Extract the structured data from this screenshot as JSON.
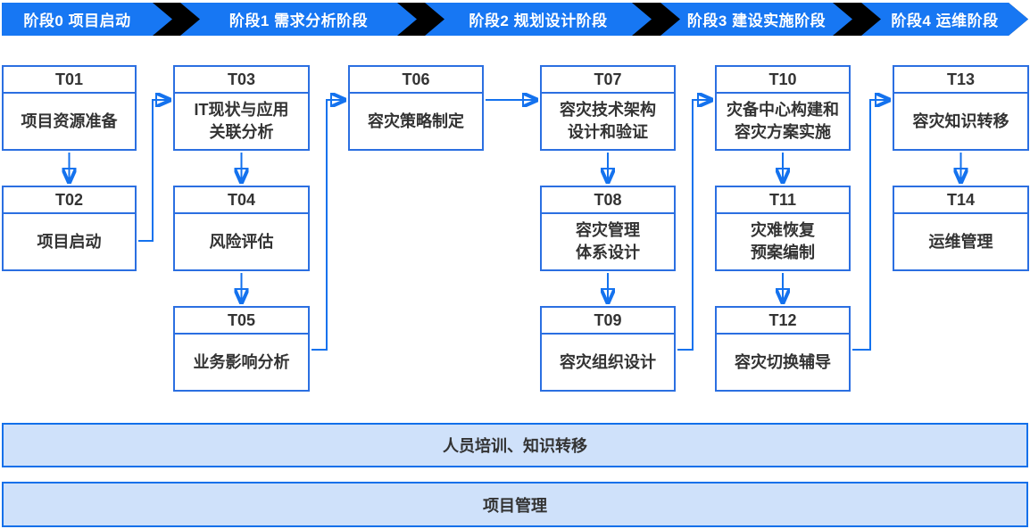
{
  "phases": [
    {
      "label": "阶段0 项目启动"
    },
    {
      "label": "阶段1 需求分析阶段"
    },
    {
      "label": "阶段2 规划设计阶段"
    },
    {
      "label": "阶段3 建设实施阶段"
    },
    {
      "label": "阶段4 运维阶段"
    }
  ],
  "tasks": [
    {
      "id": "T01",
      "title": "项目资源准备"
    },
    {
      "id": "T02",
      "title": "项目启动"
    },
    {
      "id": "T03",
      "title": "IT现状与应用\n关联分析"
    },
    {
      "id": "T04",
      "title": "风险评估"
    },
    {
      "id": "T05",
      "title": "业务影响分析"
    },
    {
      "id": "T06",
      "title": "容灾策略制定"
    },
    {
      "id": "T07",
      "title": "容灾技术架构\n设计和验证"
    },
    {
      "id": "T08",
      "title": "容灾管理\n体系设计"
    },
    {
      "id": "T09",
      "title": "容灾组织设计"
    },
    {
      "id": "T10",
      "title": "灾备中心构建和\n容灾方案实施"
    },
    {
      "id": "T11",
      "title": "灾难恢复\n预案编制"
    },
    {
      "id": "T12",
      "title": "容灾切换辅导"
    },
    {
      "id": "T13",
      "title": "容灾知识转移"
    },
    {
      "id": "T14",
      "title": "运维管理"
    }
  ],
  "bars": [
    {
      "label": "人员培训、知识转移"
    },
    {
      "label": "项目管理"
    }
  ],
  "colors": {
    "banner_blue": "#1777F3",
    "separator_black": "#000000",
    "box_border": "#2B6FE1",
    "arrow_blue": "#1472EE",
    "bar_fill": "#CFE1FA",
    "bar_border": "#1270EA",
    "text_dark": "#333333"
  }
}
